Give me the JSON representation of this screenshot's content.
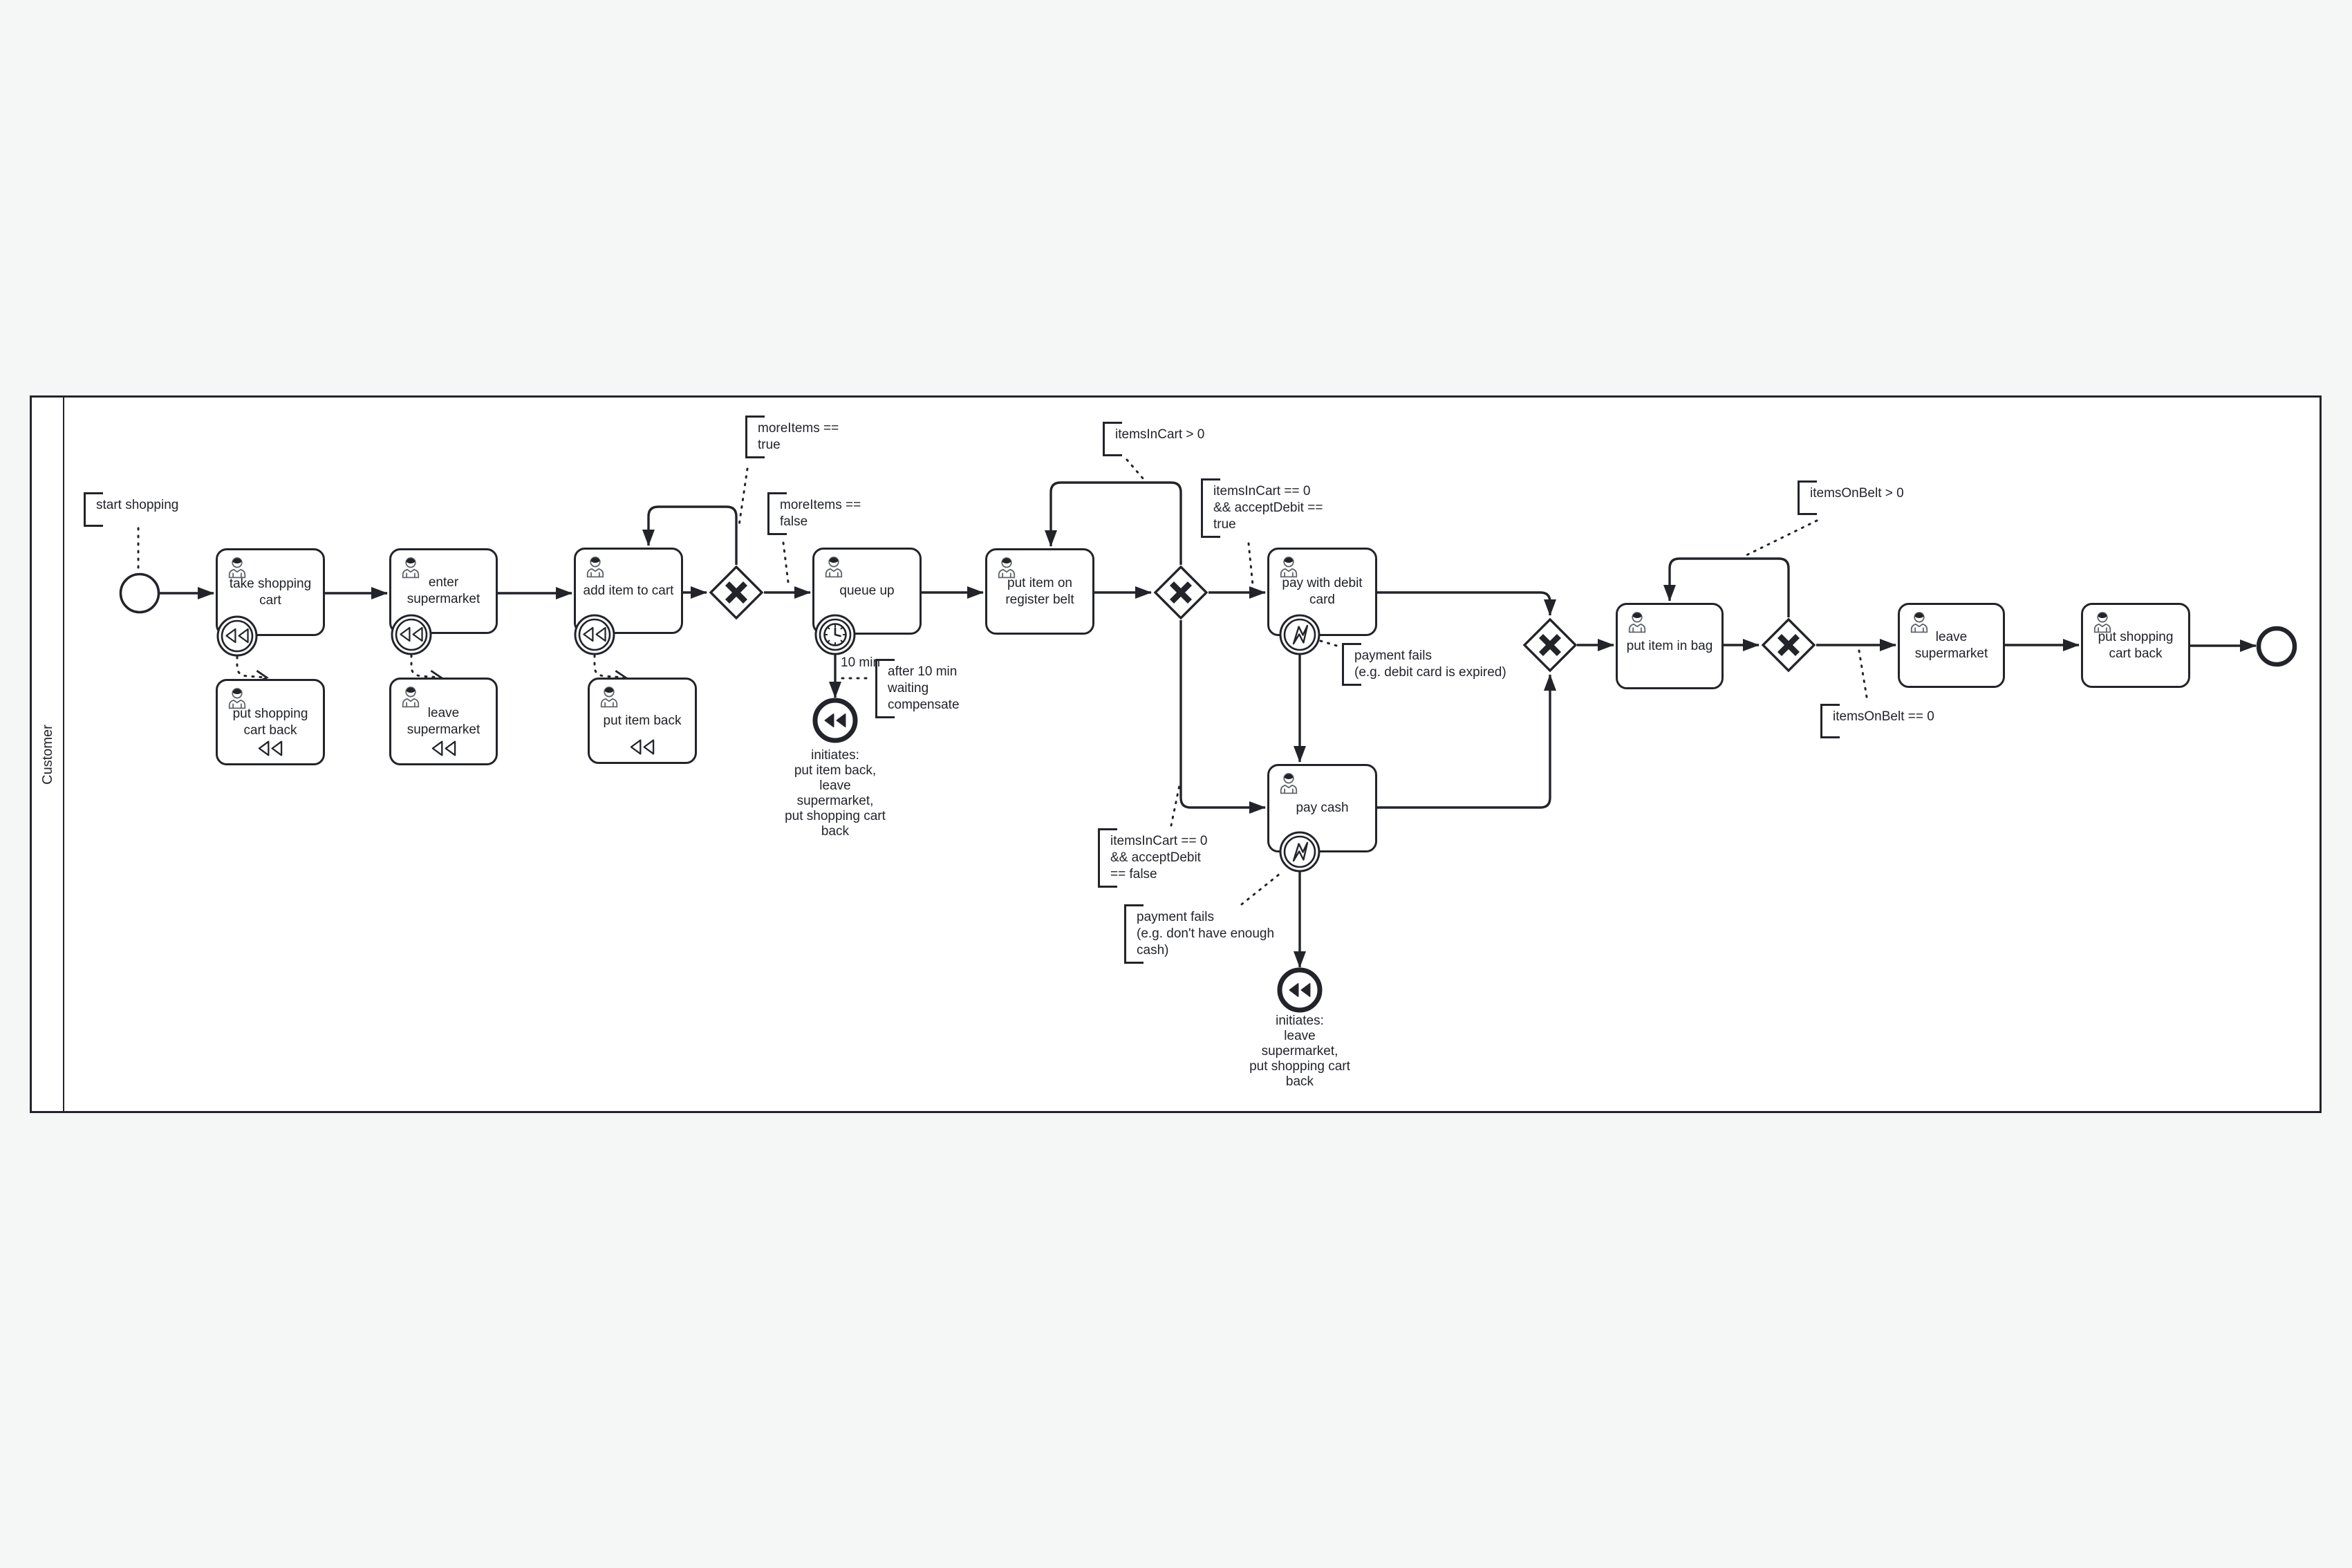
{
  "lane": {
    "label": "Customer"
  },
  "tasks": [
    {
      "label": "take shopping cart"
    },
    {
      "label": "enter supermarket"
    },
    {
      "label": "add item to cart"
    },
    {
      "label": "queue up"
    },
    {
      "label": "put item on register belt"
    },
    {
      "label": "pay with debit card"
    },
    {
      "label": "pay cash"
    },
    {
      "label": "put item in bag"
    },
    {
      "label": "leave supermarket"
    },
    {
      "label": "put shopping cart back"
    },
    {
      "label": "put shopping cart back"
    },
    {
      "label": "leave supermarket"
    },
    {
      "label": "put item back"
    }
  ],
  "annotations": [
    {
      "text": "start shopping"
    },
    {
      "text": "moreItems ==\ntrue"
    },
    {
      "text": "moreItems ==\nfalse"
    },
    {
      "text": "itemsInCart > 0"
    },
    {
      "text": "itemsInCart == 0\n&& acceptDebit ==\ntrue"
    },
    {
      "text": "payment fails\n(e.g. debit card is expired)"
    },
    {
      "text": "itemsInCart == 0\n&& acceptDebit\n== false"
    },
    {
      "text": "payment fails\n(e.g. don't have enough\ncash)"
    },
    {
      "text": "after 10 min\nwaiting\ncompensate"
    },
    {
      "text": "itemsOnBelt > 0"
    },
    {
      "text": "itemsOnBelt == 0"
    }
  ],
  "notes": [
    {
      "text": "initiates:\nput item back,\nleave\nsupermarket,\nput shopping cart\nback"
    },
    {
      "text": "initiates:\nleave\nsupermarket,\nput shopping cart\nback"
    }
  ],
  "labels": {
    "timer_duration": "10 min"
  },
  "icons": {
    "user": "user-icon",
    "compensation": "rewind-icon",
    "timer": "clock-icon",
    "error": "lightning-icon",
    "xor": "x-icon"
  },
  "colors": {
    "stroke": "#22242a",
    "background": "#f5f6f6",
    "shape_fill": "#ffffff"
  }
}
